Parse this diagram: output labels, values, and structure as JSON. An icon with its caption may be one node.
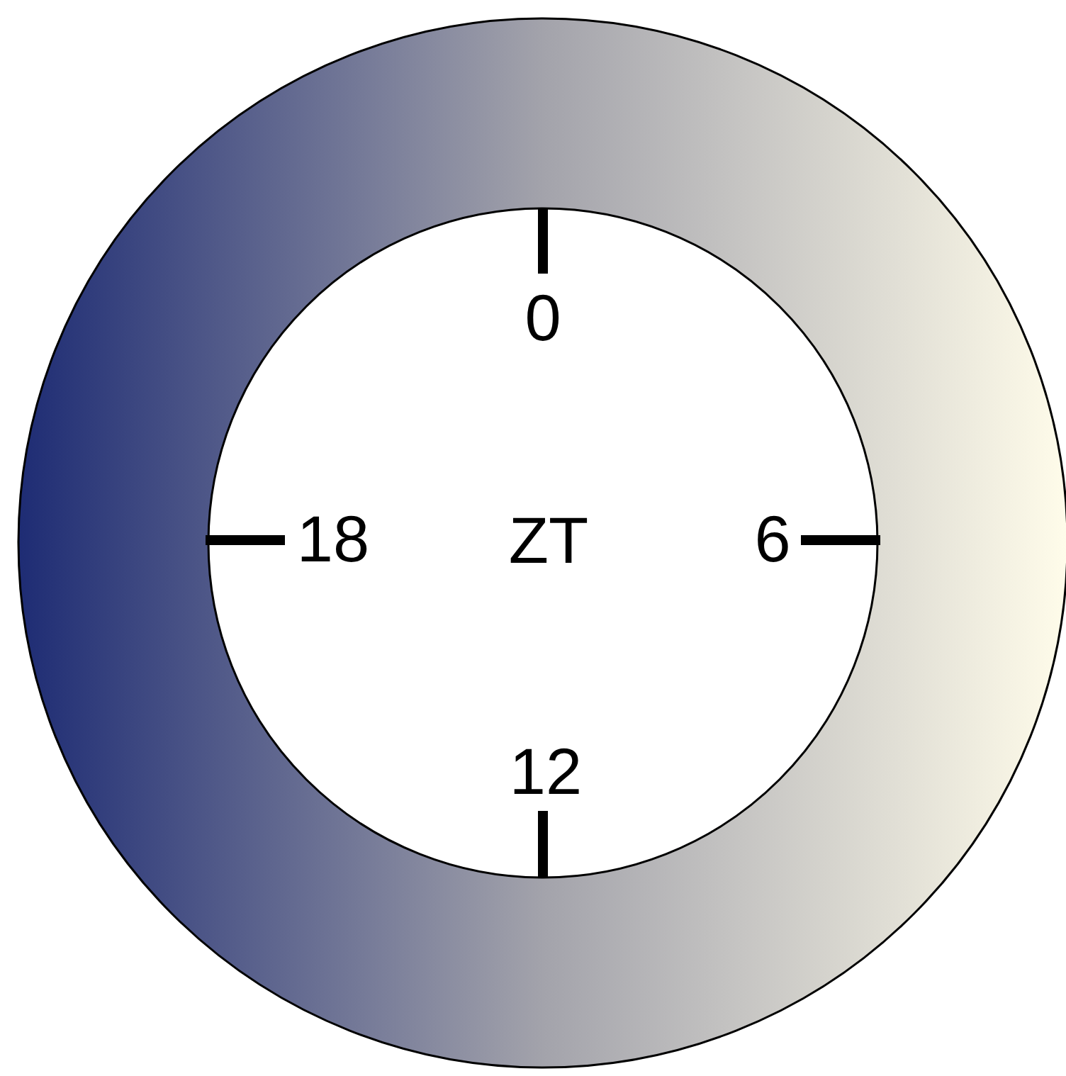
{
  "diagram": {
    "labels": [
      "0",
      "18",
      "ZT",
      "6",
      "12"
    ]
  }
}
